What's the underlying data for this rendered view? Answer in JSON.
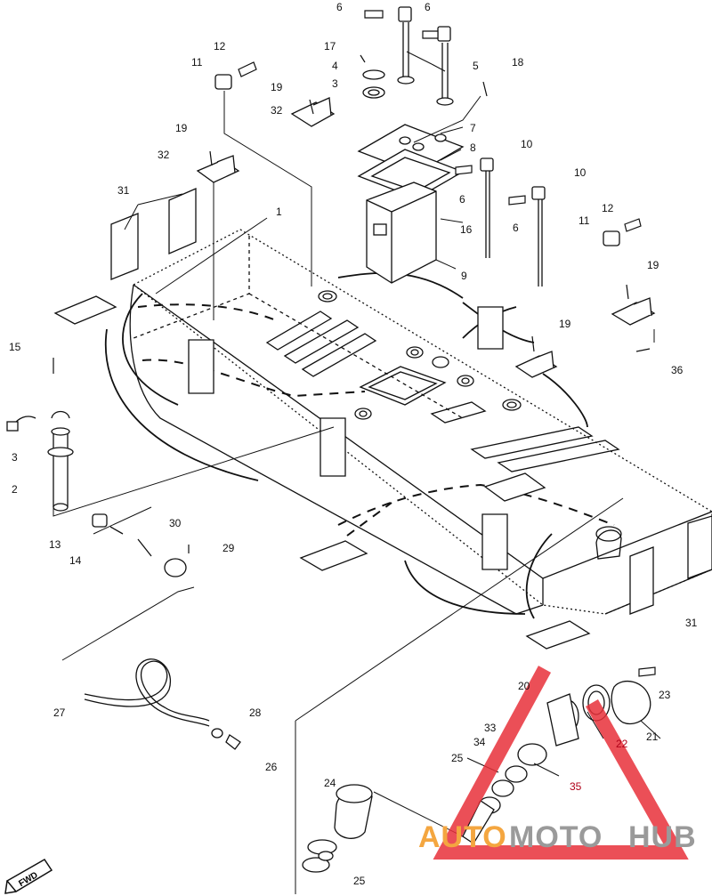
{
  "labels": {
    "l1": "1",
    "l2": "2",
    "l3a": "3",
    "l3b": "3",
    "l4": "4",
    "l5": "5",
    "l6a": "6",
    "l6b": "6",
    "l6c": "6",
    "l6d": "6",
    "l7": "7",
    "l8": "8",
    "l9": "9",
    "l10a": "10",
    "l10b": "10",
    "l11a": "11",
    "l11b": "11",
    "l12a": "12",
    "l12b": "12",
    "l13": "13",
    "l14": "14",
    "l15": "15",
    "l16": "16",
    "l17": "17",
    "l18": "18",
    "l19a": "19",
    "l19b": "19",
    "l19c": "19",
    "l19d": "19",
    "l20": "20",
    "l21": "21",
    "l22": "22",
    "l23": "23",
    "l24": "24",
    "l25a": "25",
    "l25b": "25",
    "l26": "26",
    "l27": "27",
    "l28": "28",
    "l29": "29",
    "l30": "30",
    "l31a": "31",
    "l31b": "31",
    "l32a": "32",
    "l32b": "32",
    "l33": "33",
    "l34": "34",
    "l35": "35",
    "l36": "36"
  },
  "fwd_label": "FWD",
  "watermark": {
    "part1": "AUTO",
    "part2": "MOTO",
    "part3": "HUB",
    "color_orange": "#f4a640",
    "color_gray": "#9a9a9a",
    "color_red": "#e8303a"
  }
}
